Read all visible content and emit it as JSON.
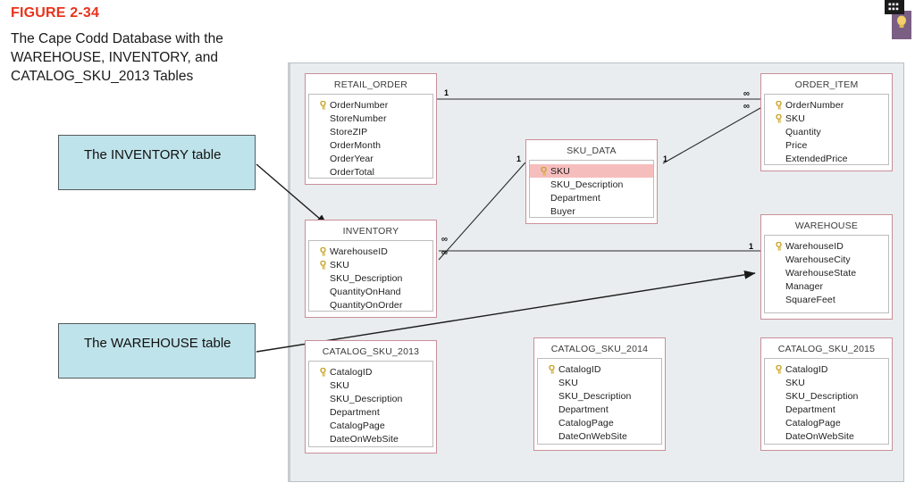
{
  "figure": {
    "label": "FIGURE 2-34",
    "caption": "The Cape Codd Database with the WAREHOUSE, INVENTORY, and CATALOG_SKU_2013 Tables"
  },
  "callouts": [
    {
      "id": "inventory",
      "text": "The INVENTORY table"
    },
    {
      "id": "warehouse",
      "text": "The WAREHOUSE table"
    }
  ],
  "colors": {
    "figure_label": "#e8331c",
    "callout_fill": "#bfe3ea",
    "callout_border": "#555b5e",
    "canvas_background": "#e9edef",
    "table_border": "#c98f99",
    "selected_row": "#f6bdbd",
    "key_icon": "#d9b64a"
  },
  "tables": [
    {
      "name": "RETAIL_ORDER",
      "fields": [
        {
          "name": "OrderNumber",
          "key": true,
          "selected": false
        },
        {
          "name": "StoreNumber",
          "key": false,
          "selected": false
        },
        {
          "name": "StoreZIP",
          "key": false,
          "selected": false
        },
        {
          "name": "OrderMonth",
          "key": false,
          "selected": false
        },
        {
          "name": "OrderYear",
          "key": false,
          "selected": false
        },
        {
          "name": "OrderTotal",
          "key": false,
          "selected": false
        }
      ]
    },
    {
      "name": "ORDER_ITEM",
      "fields": [
        {
          "name": "OrderNumber",
          "key": true,
          "selected": false
        },
        {
          "name": "SKU",
          "key": true,
          "selected": false
        },
        {
          "name": "Quantity",
          "key": false,
          "selected": false
        },
        {
          "name": "Price",
          "key": false,
          "selected": false
        },
        {
          "name": "ExtendedPrice",
          "key": false,
          "selected": false
        }
      ]
    },
    {
      "name": "SKU_DATA",
      "fields": [
        {
          "name": "SKU",
          "key": true,
          "selected": true
        },
        {
          "name": "SKU_Description",
          "key": false,
          "selected": false
        },
        {
          "name": "Department",
          "key": false,
          "selected": false
        },
        {
          "name": "Buyer",
          "key": false,
          "selected": false
        }
      ]
    },
    {
      "name": "INVENTORY",
      "fields": [
        {
          "name": "WarehouseID",
          "key": true,
          "selected": false
        },
        {
          "name": "SKU",
          "key": true,
          "selected": false
        },
        {
          "name": "SKU_Description",
          "key": false,
          "selected": false
        },
        {
          "name": "QuantityOnHand",
          "key": false,
          "selected": false
        },
        {
          "name": "QuantityOnOrder",
          "key": false,
          "selected": false
        }
      ]
    },
    {
      "name": "WAREHOUSE",
      "fields": [
        {
          "name": "WarehouseID",
          "key": true,
          "selected": false
        },
        {
          "name": "WarehouseCity",
          "key": false,
          "selected": false
        },
        {
          "name": "WarehouseState",
          "key": false,
          "selected": false
        },
        {
          "name": "Manager",
          "key": false,
          "selected": false
        },
        {
          "name": "SquareFeet",
          "key": false,
          "selected": false
        }
      ]
    },
    {
      "name": "CATALOG_SKU_2013",
      "fields": [
        {
          "name": "CatalogID",
          "key": true,
          "selected": false
        },
        {
          "name": "SKU",
          "key": false,
          "selected": false
        },
        {
          "name": "SKU_Description",
          "key": false,
          "selected": false
        },
        {
          "name": "Department",
          "key": false,
          "selected": false
        },
        {
          "name": "CatalogPage",
          "key": false,
          "selected": false
        },
        {
          "name": "DateOnWebSite",
          "key": false,
          "selected": false
        }
      ]
    },
    {
      "name": "CATALOG_SKU_2014",
      "fields": [
        {
          "name": "CatalogID",
          "key": true,
          "selected": false
        },
        {
          "name": "SKU",
          "key": false,
          "selected": false
        },
        {
          "name": "SKU_Description",
          "key": false,
          "selected": false
        },
        {
          "name": "Department",
          "key": false,
          "selected": false
        },
        {
          "name": "CatalogPage",
          "key": false,
          "selected": false
        },
        {
          "name": "DateOnWebSite",
          "key": false,
          "selected": false
        }
      ]
    },
    {
      "name": "CATALOG_SKU_2015",
      "fields": [
        {
          "name": "CatalogID",
          "key": true,
          "selected": false
        },
        {
          "name": "SKU",
          "key": false,
          "selected": false
        },
        {
          "name": "SKU_Description",
          "key": false,
          "selected": false
        },
        {
          "name": "Department",
          "key": false,
          "selected": false
        },
        {
          "name": "CatalogPage",
          "key": false,
          "selected": false
        },
        {
          "name": "DateOnWebSite",
          "key": false,
          "selected": false
        }
      ]
    }
  ],
  "relationships": [
    {
      "from": "RETAIL_ORDER",
      "to": "ORDER_ITEM",
      "from_cardinality": "1",
      "to_cardinality": "∞"
    },
    {
      "from": "SKU_DATA",
      "to": "ORDER_ITEM",
      "from_cardinality": "1",
      "to_cardinality": "∞"
    },
    {
      "from": "SKU_DATA",
      "to": "INVENTORY",
      "from_cardinality": "1",
      "to_cardinality": "∞"
    },
    {
      "from": "WAREHOUSE",
      "to": "INVENTORY",
      "from_cardinality": "1",
      "to_cardinality": "∞"
    }
  ],
  "corner_widget": {
    "flag_icon": "film-strip-icon",
    "bulb_icon": "lightbulb-icon"
  }
}
